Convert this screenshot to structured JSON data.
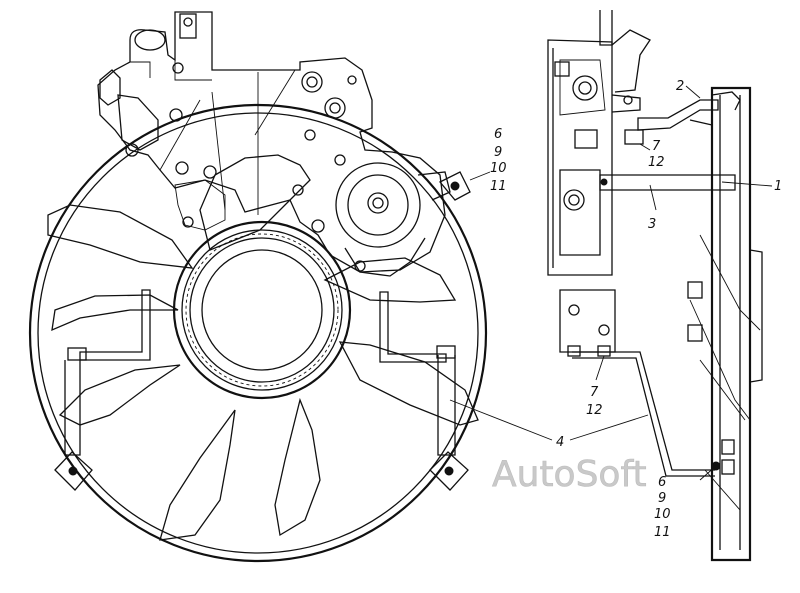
{
  "callouts": {
    "c1": "1",
    "c2": "2",
    "c3": "3",
    "c4": "4",
    "c6_a": "6",
    "c9_a": "9",
    "c10_a": "10",
    "c11_a": "11",
    "c7_a": "7",
    "c12_a": "12",
    "c7_b": "7",
    "c12_b": "12",
    "c6_b": "6",
    "c9_b": "9",
    "c10_b": "10",
    "c11_b": "11"
  },
  "watermark": "AutoSoft"
}
